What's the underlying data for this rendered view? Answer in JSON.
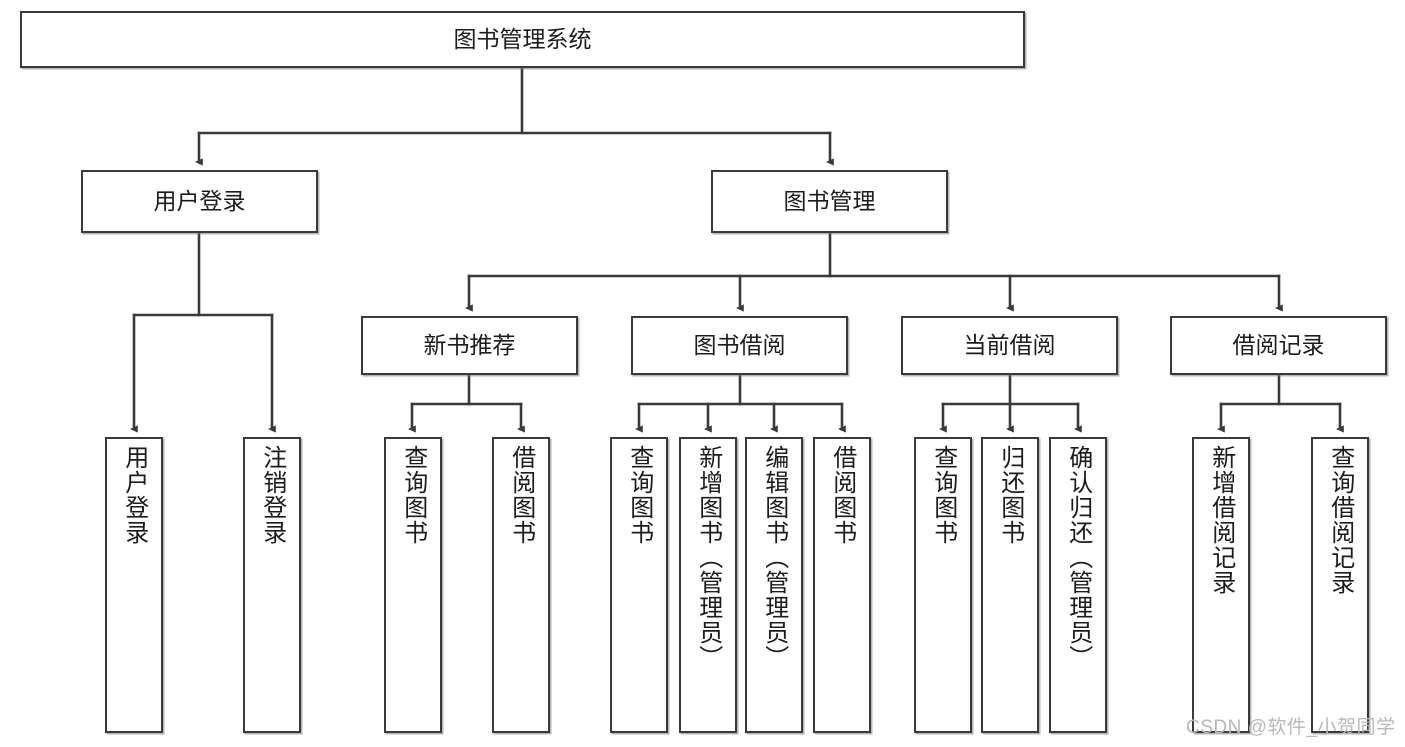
{
  "diagram": {
    "type": "tree",
    "title": "图书管理系统",
    "orientation": "top-down",
    "colors": {
      "box_border": "#3a3a3a",
      "box_fill": "#ffffff",
      "connector": "#3a3a3a",
      "text": "#1c1c1c",
      "watermark": "#b9b9b9"
    },
    "root": {
      "label": "图书管理系统"
    },
    "level2": [
      {
        "label": "用户登录"
      },
      {
        "label": "图书管理"
      }
    ],
    "level3": [
      {
        "label": "新书推荐"
      },
      {
        "label": "图书借阅"
      },
      {
        "label": "当前借阅"
      },
      {
        "label": "借阅记录"
      }
    ],
    "leaves": {
      "user_login": [
        {
          "label": "用户登录"
        },
        {
          "label": "注销登录"
        }
      ],
      "new_book_recommend": [
        {
          "label": "查询图书"
        },
        {
          "label": "借阅图书"
        }
      ],
      "book_borrow": [
        {
          "label": "查询图书"
        },
        {
          "label": "新增图书（管理员）"
        },
        {
          "label": "编辑图书（管理员）"
        },
        {
          "label": "借阅图书"
        }
      ],
      "current_borrow": [
        {
          "label": "查询图书"
        },
        {
          "label": "归还图书"
        },
        {
          "label": "确认归还（管理员）"
        }
      ],
      "borrow_record": [
        {
          "label": "新增借阅记录"
        },
        {
          "label": "查询借阅记录"
        }
      ]
    }
  },
  "watermark": {
    "text": "CSDN @软件_小贺同学"
  }
}
